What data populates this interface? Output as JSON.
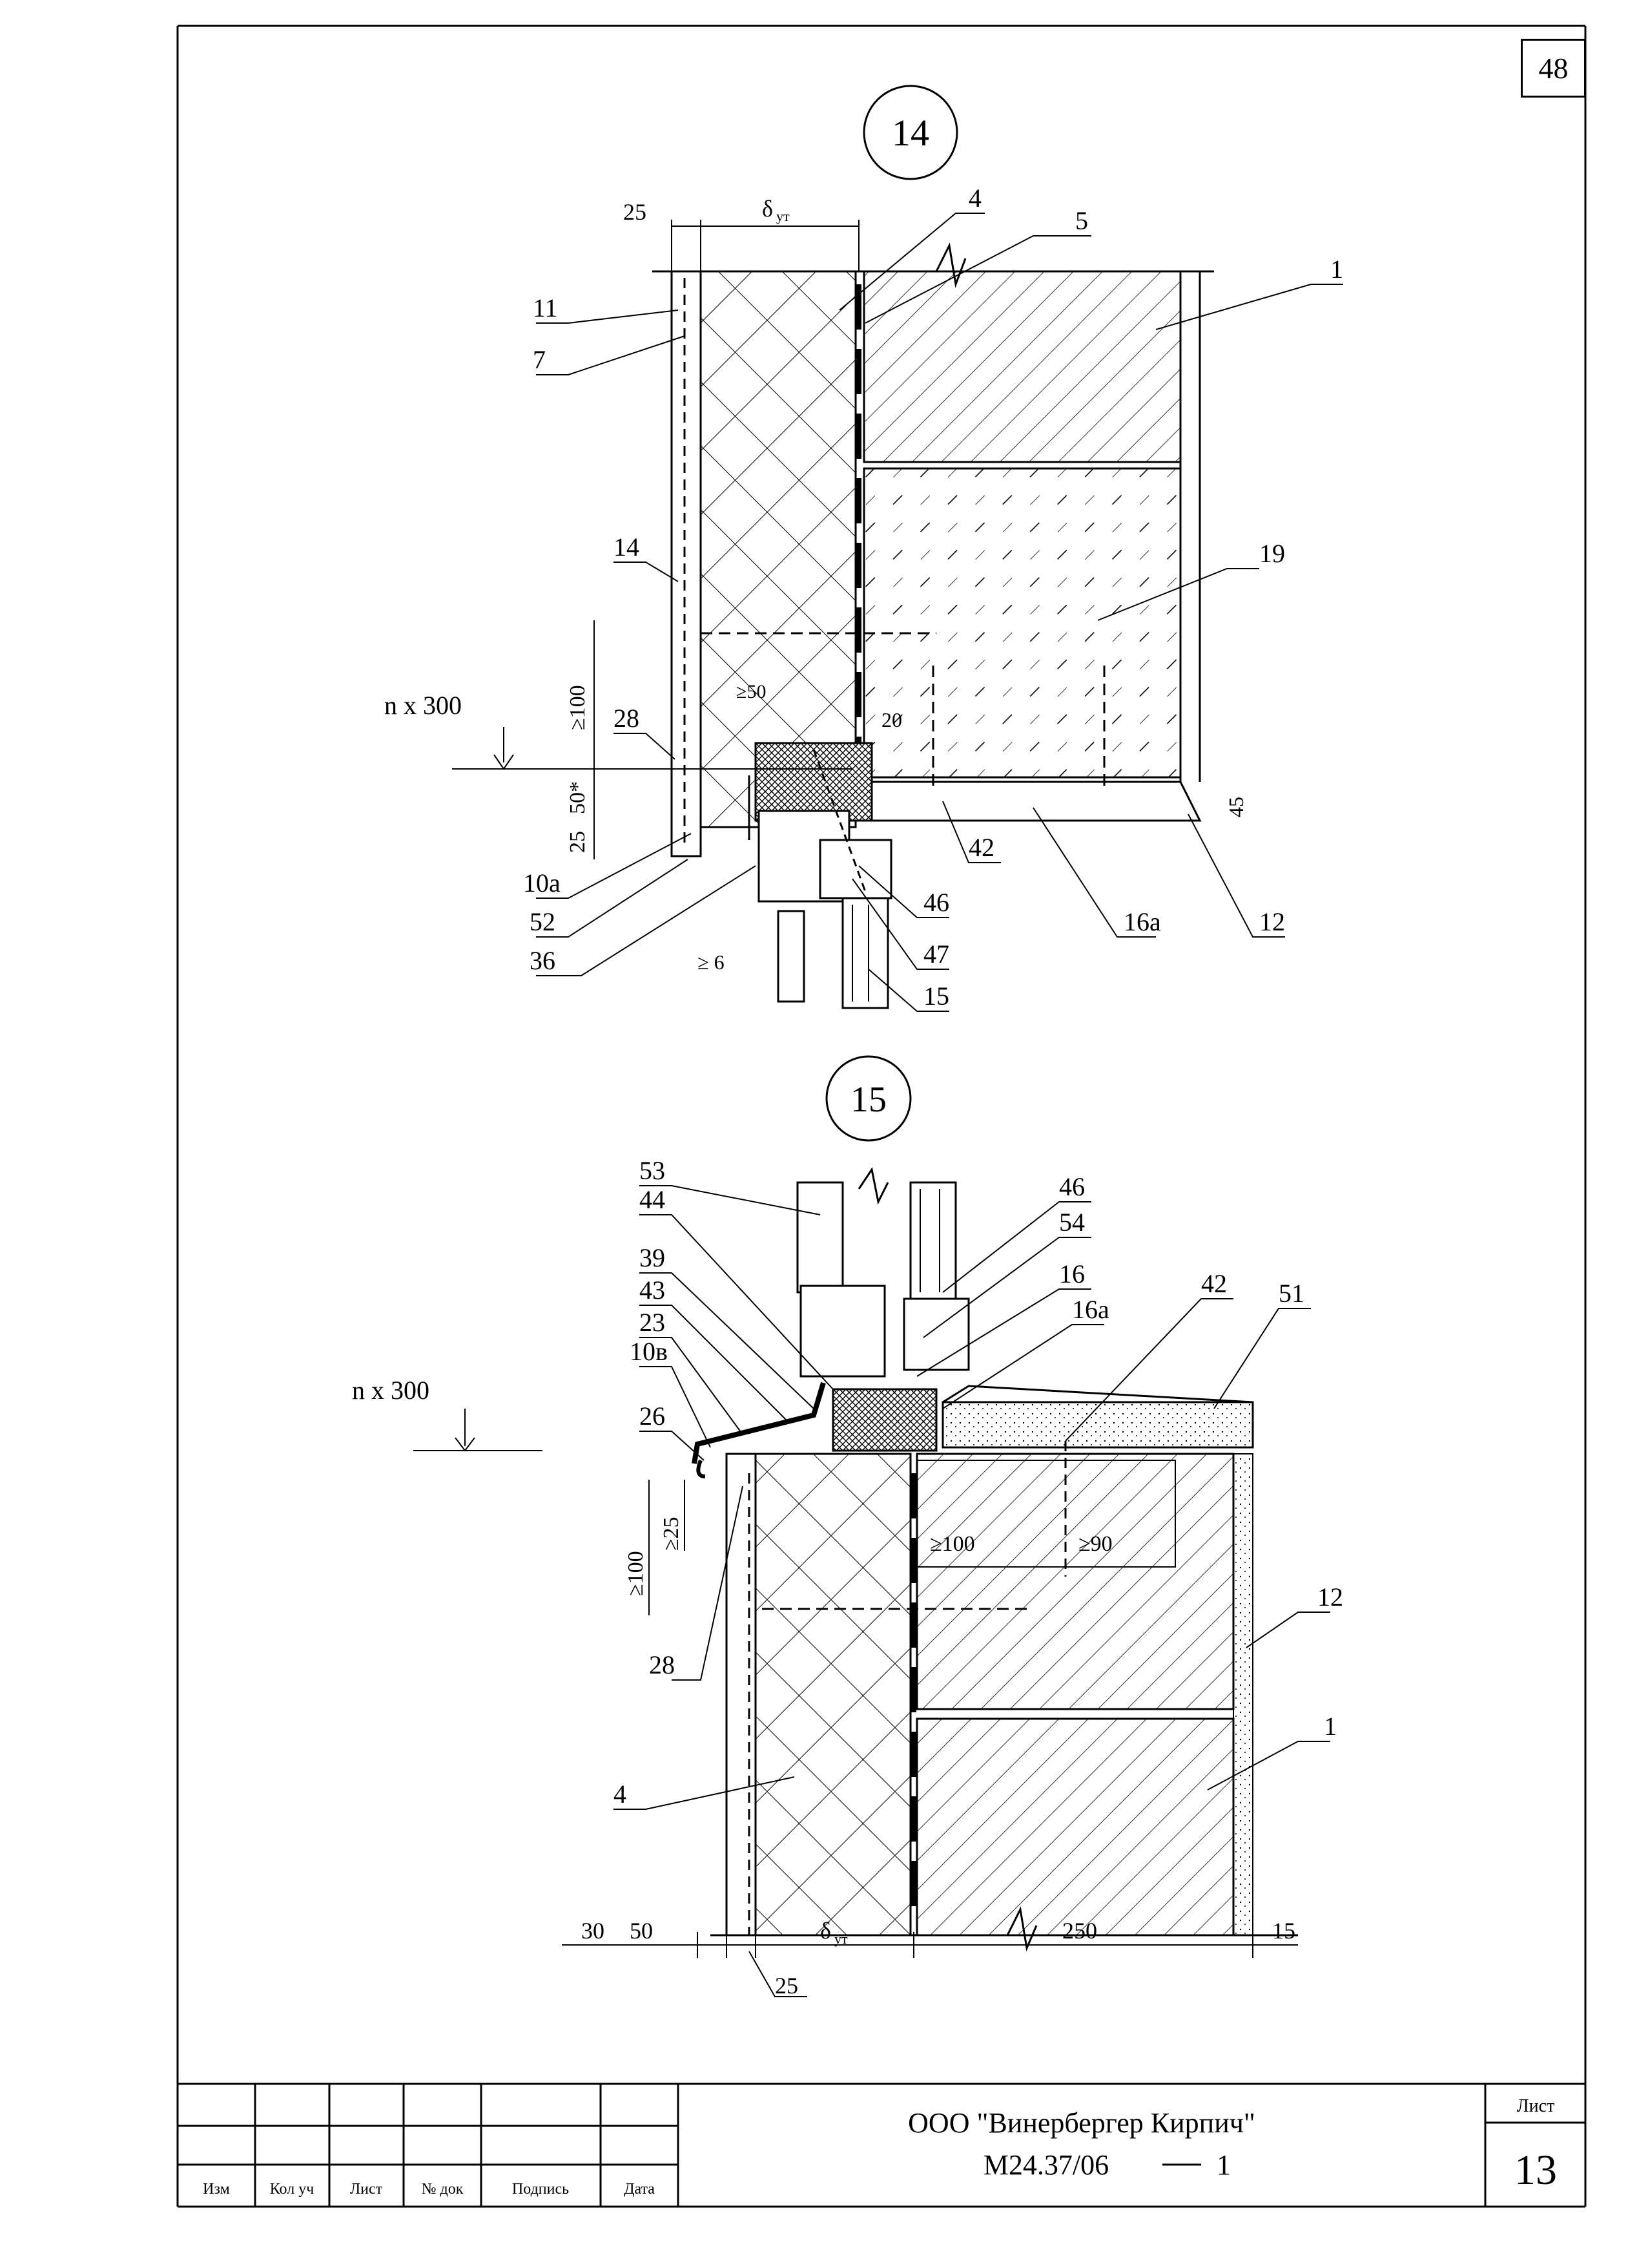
{
  "sheet_number": "48",
  "detail_14": {
    "id": "14",
    "dims": {
      "d25": "25",
      "d_delta": "δ",
      "d_delta_sub": "ут",
      "dim_100": "≥100",
      "dim_25": "25",
      "dim_50": "50*",
      "dim_ge50": "≥50",
      "dim_20": "20",
      "dim_45": "45",
      "dim_ge6": "≥ 6"
    },
    "level": "n x 300",
    "callouts": [
      "4",
      "5",
      "1",
      "11",
      "7",
      "14",
      "19",
      "28",
      "10a",
      "52",
      "36",
      "42",
      "46",
      "47",
      "15",
      "16a",
      "12"
    ]
  },
  "detail_15": {
    "id": "15",
    "dims": {
      "d30": "30",
      "d50": "50",
      "d_delta": "δ",
      "d_delta_sub": "ут",
      "d250": "250",
      "d15": "15",
      "d25": "25",
      "dim_100": "≥100",
      "dim_25": "≥25",
      "inner_100": "≥100",
      "inner_90": "≥90"
    },
    "level": "n x 300",
    "callouts": [
      "53",
      "44",
      "39",
      "43",
      "23",
      "10в",
      "26",
      "28",
      "4",
      "46",
      "54",
      "16",
      "16a",
      "42",
      "51",
      "12",
      "1"
    ]
  },
  "title_block": {
    "headers": [
      "Изм",
      "Кол уч",
      "Лист",
      "№ док",
      "Подпись",
      "Дата"
    ],
    "company": "ООО \"Винербергер Кирпич\"",
    "doc_code": "М24.37/06",
    "doc_suffix": "1",
    "sheet_label": "Лист",
    "sheet_value": "13"
  }
}
